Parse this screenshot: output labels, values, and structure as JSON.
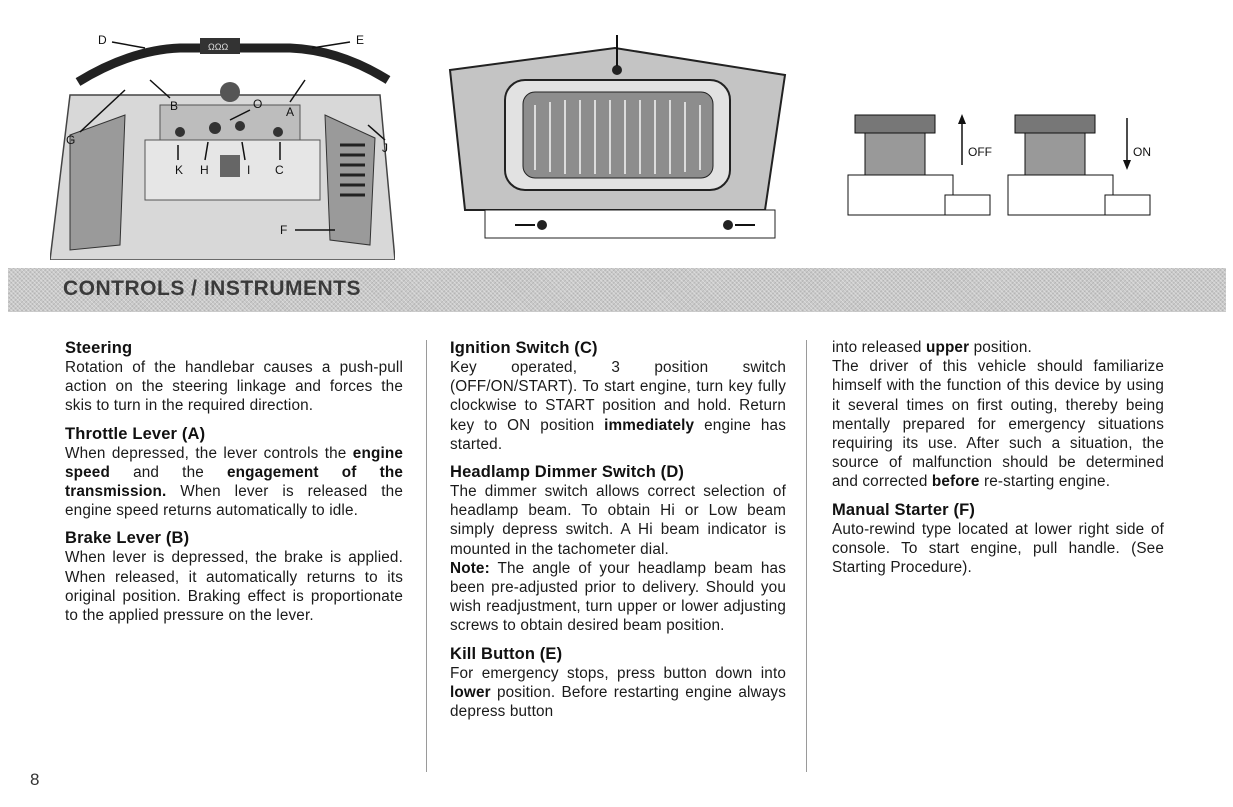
{
  "figures": {
    "console": {
      "labels": [
        "D",
        "E",
        "B",
        "O",
        "A",
        "G",
        "J",
        "K",
        "H",
        "I",
        "C",
        "F"
      ],
      "gauge_text": "ΩΩΩ"
    },
    "switch": {
      "off_label": "OFF",
      "on_label": "ON"
    }
  },
  "banner": {
    "title": "CONTROLS / INSTRUMENTS"
  },
  "column1": {
    "steering_heading": "Steering",
    "steering_body": "Rotation of the handlebar causes a push-pull action on the steering linkage and forces the skis to turn in the required direction.",
    "throttle_heading": "Throttle Lever (A)",
    "throttle_t1": "When depressed, the lever controls the ",
    "throttle_b1": "engine speed",
    "throttle_t2": " and the ",
    "throttle_b2": "engagement of the transmission.",
    "throttle_t3": " When lever is released the engine speed returns automatically to idle.",
    "brake_heading": "Brake Lever (B)",
    "brake_body": "When lever is depressed, the brake is applied. When released, it automatically returns to its original position. Braking effect is proportionate to the applied pressure on the lever."
  },
  "column2": {
    "ignition_heading": "Ignition Switch (C)",
    "ignition_t1": "Key operated, 3 position switch (OFF/ON/START). To start engine, turn key fully clockwise to START position and hold. Return key to ON position ",
    "ignition_b1": "immediately",
    "ignition_t2": " engine has started.",
    "dimmer_heading": "Headlamp Dimmer Switch (D)",
    "dimmer_body": "The dimmer switch allows correct selection of headlamp beam. To obtain Hi or Low beam simply depress switch. A Hi beam indicator is mounted in the tachometer dial.",
    "note_label": "Note:",
    "note_body": " The angle of your headlamp beam has been pre-adjusted prior to delivery. Should you wish readjustment, turn upper or lower adjusting screws to obtain desired beam position.",
    "kill_heading": "Kill Button (E)",
    "kill_t1": "For emergency stops, press button down into ",
    "kill_b1": "lower",
    "kill_t2": " position. Before restarting engine always depress button"
  },
  "column3": {
    "cont_t1": "into released ",
    "cont_b1": "upper",
    "cont_t2": " position.",
    "cont_t3": "The driver of this vehicle should familiarize himself with the function of this device by using it several times on first outing, thereby being mentally prepared for emergency situations requiring its use. After such a situation, the source of malfunction should be determined and corrected ",
    "cont_b2": "before",
    "cont_t4": " re-starting engine.",
    "manual_heading": "Manual Starter (F)",
    "manual_body": "Auto-rewind type located at lower right side of console. To start engine, pull handle. (See Starting Procedure)."
  },
  "page": {
    "number": "8"
  }
}
